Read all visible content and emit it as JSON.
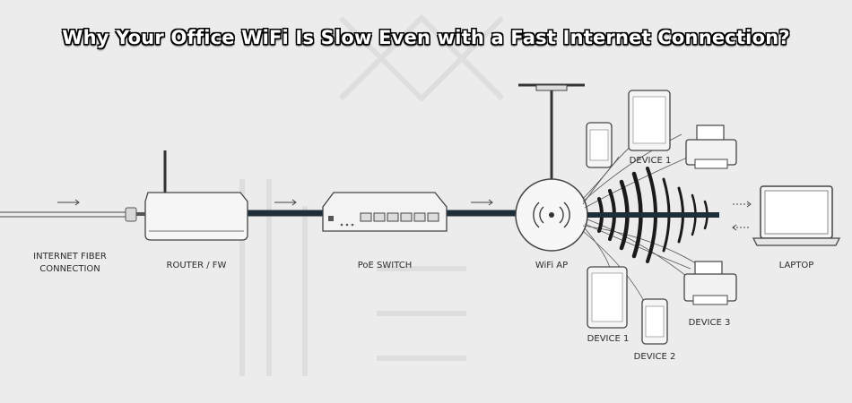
{
  "title": "Why Your Office WiFi Is Slow Even with a Fast Internet Connection?",
  "nodes": {
    "fiber": {
      "line1": "INTERNET FIBER",
      "line2": "CONNECTION"
    },
    "router": {
      "label": "ROUTER / FW"
    },
    "switch": {
      "label": "PoE SWITCH"
    },
    "ap": {
      "label": "WiFi AP"
    },
    "laptop": {
      "label": "LAPTOP"
    }
  },
  "devices": {
    "top_device": "DEVICE 1",
    "bottom_device_1": "DEVICE 1",
    "bottom_device_2": "DEVICE 2",
    "bottom_device_3": "DEVICE 3"
  },
  "colors": {
    "background": "#ececec",
    "backbone_cable": "#1f2f3a",
    "device_stroke": "#444444",
    "title_text": "#ffffff"
  }
}
